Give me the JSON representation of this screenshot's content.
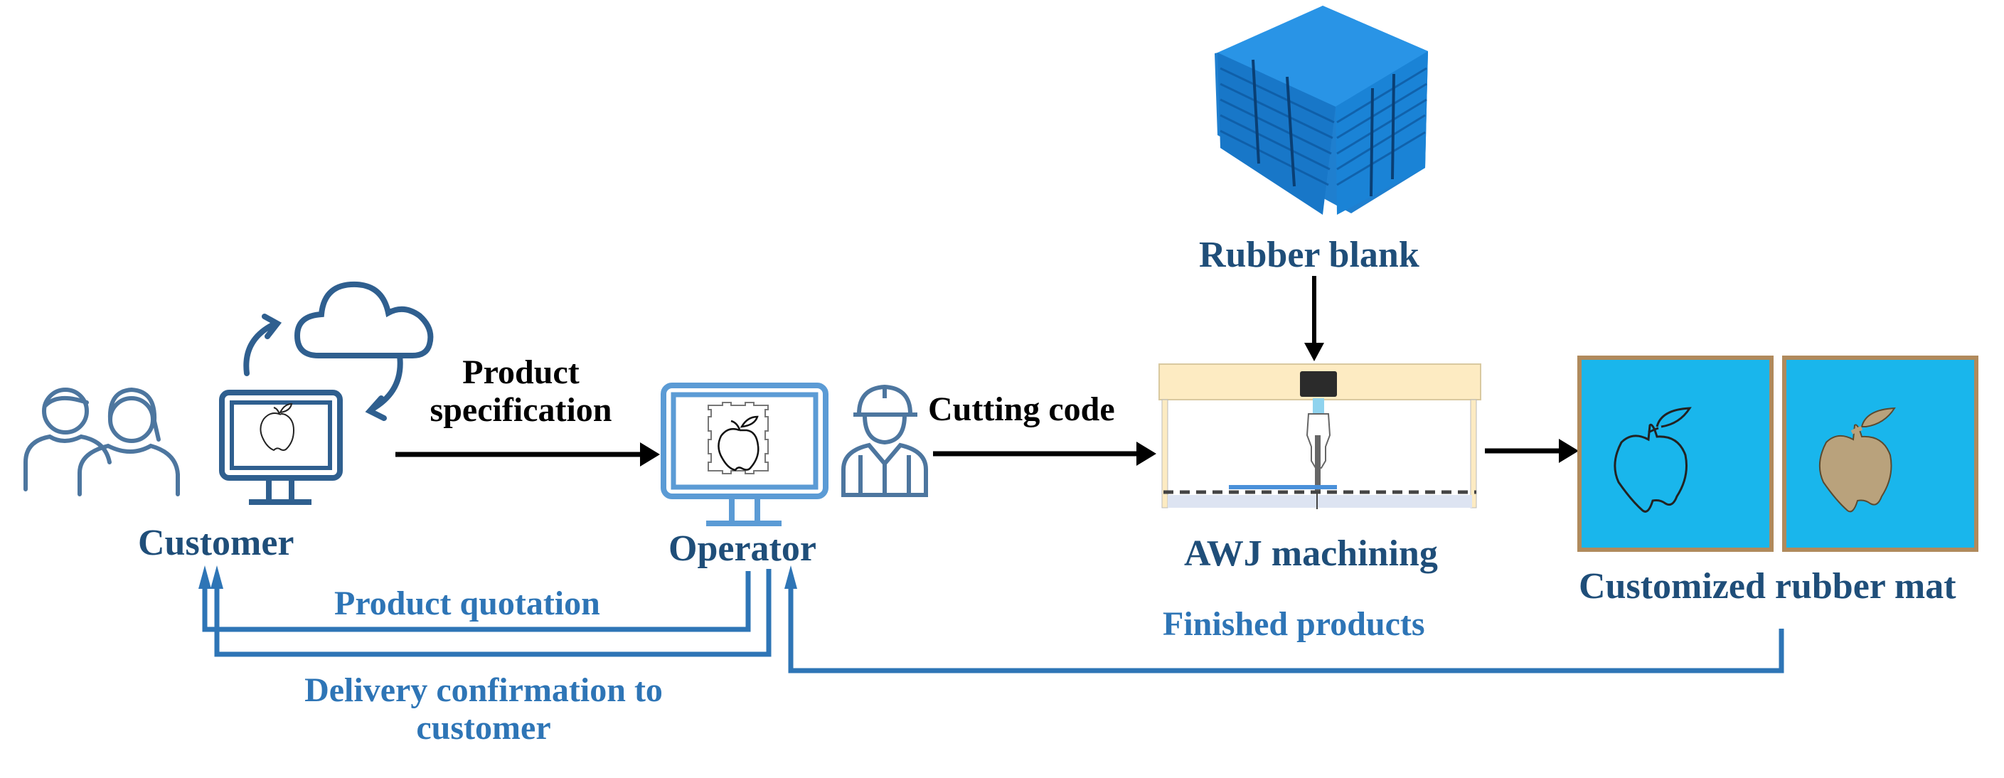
{
  "diagram": {
    "nodes": {
      "customer": {
        "label": "Customer"
      },
      "operator": {
        "label": "Operator"
      },
      "rubber_blank": {
        "label": "Rubber blank"
      },
      "awj": {
        "label": "AWJ machining"
      },
      "mat": {
        "label": "Customized rubber mat"
      }
    },
    "edges": {
      "spec_line1": "Product",
      "spec_line2": "specification",
      "cutting": "Cutting code",
      "quotation": "Product quotation",
      "delivery_line1": "Delivery confirmation to",
      "delivery_line2": "customer",
      "finished": "Finished products"
    },
    "colors": {
      "dark_blue": "#1f4e79",
      "flow_blue": "#2e75b6",
      "icon_blue": "#5b9bd5",
      "rubber_blue": "#1e90e0",
      "mat_cyan": "#19b6ec",
      "black": "#000000"
    }
  }
}
